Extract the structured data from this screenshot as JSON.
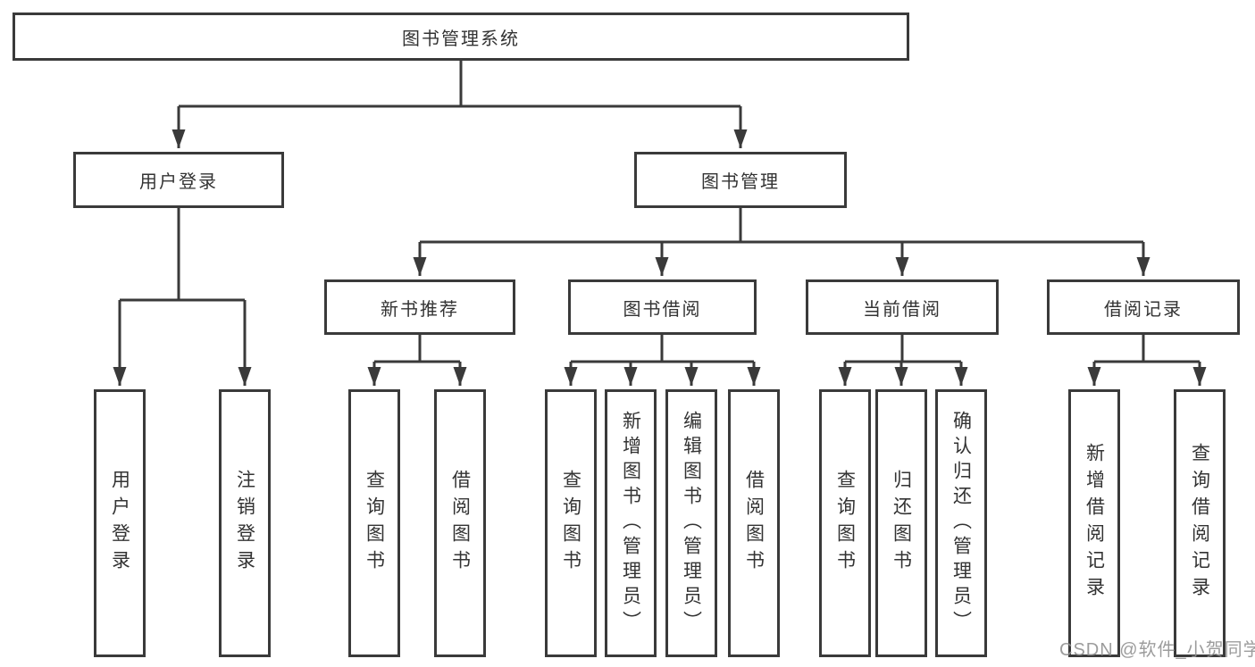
{
  "colors": {
    "background": "#ffffff",
    "box_border": "#3a3a3a",
    "line": "#3a3a3a",
    "text": "#333333",
    "watermark": "#919191"
  },
  "watermark": {
    "text": "CSDN @软件_小贺同学"
  },
  "nodes": {
    "root": "图书管理系统",
    "user_login": "用户登录",
    "book_mgmt": "图书管理",
    "new_book_rec": "新书推荐",
    "book_borrow": "图书借阅",
    "current_borrow": "当前借阅",
    "borrow_records": "借阅记录",
    "ul_user_login": "用户登录",
    "ul_logout": "注销登录",
    "nb_query_book": "查询图书",
    "nb_borrow_book": "借阅图书",
    "bb_query_book": "查询图书",
    "bb_add_book": "新增图书（管理员）",
    "bb_edit_book": "编辑图书（管理员）",
    "bb_borrow_book": "借阅图书",
    "cb_query_book": "查询图书",
    "cb_return_book": "归还图书",
    "cb_confirm_return": "确认归还（管理员）",
    "br_add_record": "新增借阅记录",
    "br_query_record": "查询借阅记录"
  },
  "hierarchy": {
    "root": [
      "user_login",
      "book_mgmt"
    ],
    "user_login": [
      "ul_user_login",
      "ul_logout"
    ],
    "book_mgmt": [
      "new_book_rec",
      "book_borrow",
      "current_borrow",
      "borrow_records"
    ],
    "new_book_rec": [
      "nb_query_book",
      "nb_borrow_book"
    ],
    "book_borrow": [
      "bb_query_book",
      "bb_add_book",
      "bb_edit_book",
      "bb_borrow_book"
    ],
    "current_borrow": [
      "cb_query_book",
      "cb_return_book",
      "cb_confirm_return"
    ],
    "borrow_records": [
      "br_add_record",
      "br_query_record"
    ]
  }
}
